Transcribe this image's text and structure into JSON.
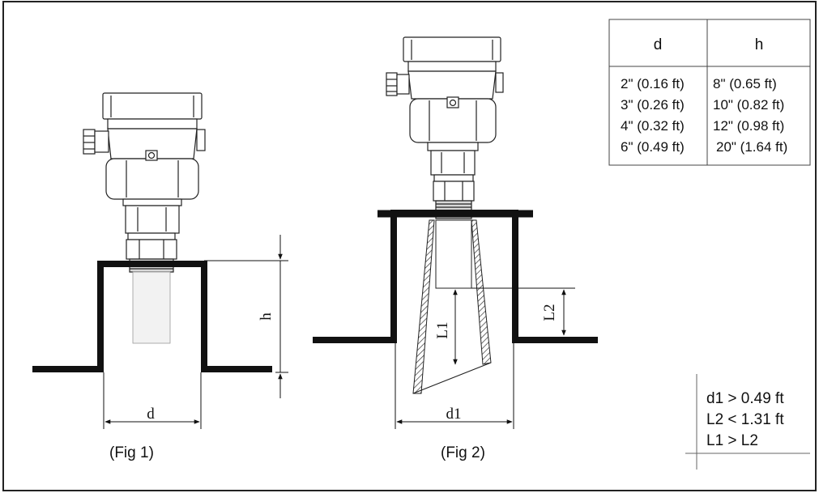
{
  "table": {
    "headers": [
      "d",
      "h"
    ],
    "rows": [
      [
        "2\" (0.16 ft)",
        "8\" (0.65 ft)"
      ],
      [
        "3\" (0.26 ft)",
        "10\" (0.82 ft)"
      ],
      [
        "4\" (0.32 ft)",
        "12\" (0.98 ft)"
      ],
      [
        "6\" (0.49 ft)",
        "20\" (1.64 ft)"
      ]
    ]
  },
  "fig1": {
    "caption": "(Fig 1)",
    "label_h": "h",
    "label_d": "d"
  },
  "fig2": {
    "caption": "(Fig 2)",
    "label_L1": "L1",
    "label_L2": "L2",
    "label_d1": "d1"
  },
  "conditions": [
    "d1 > 0.49 ft",
    "L2 < 1.31 ft",
    "L1 > L2"
  ]
}
